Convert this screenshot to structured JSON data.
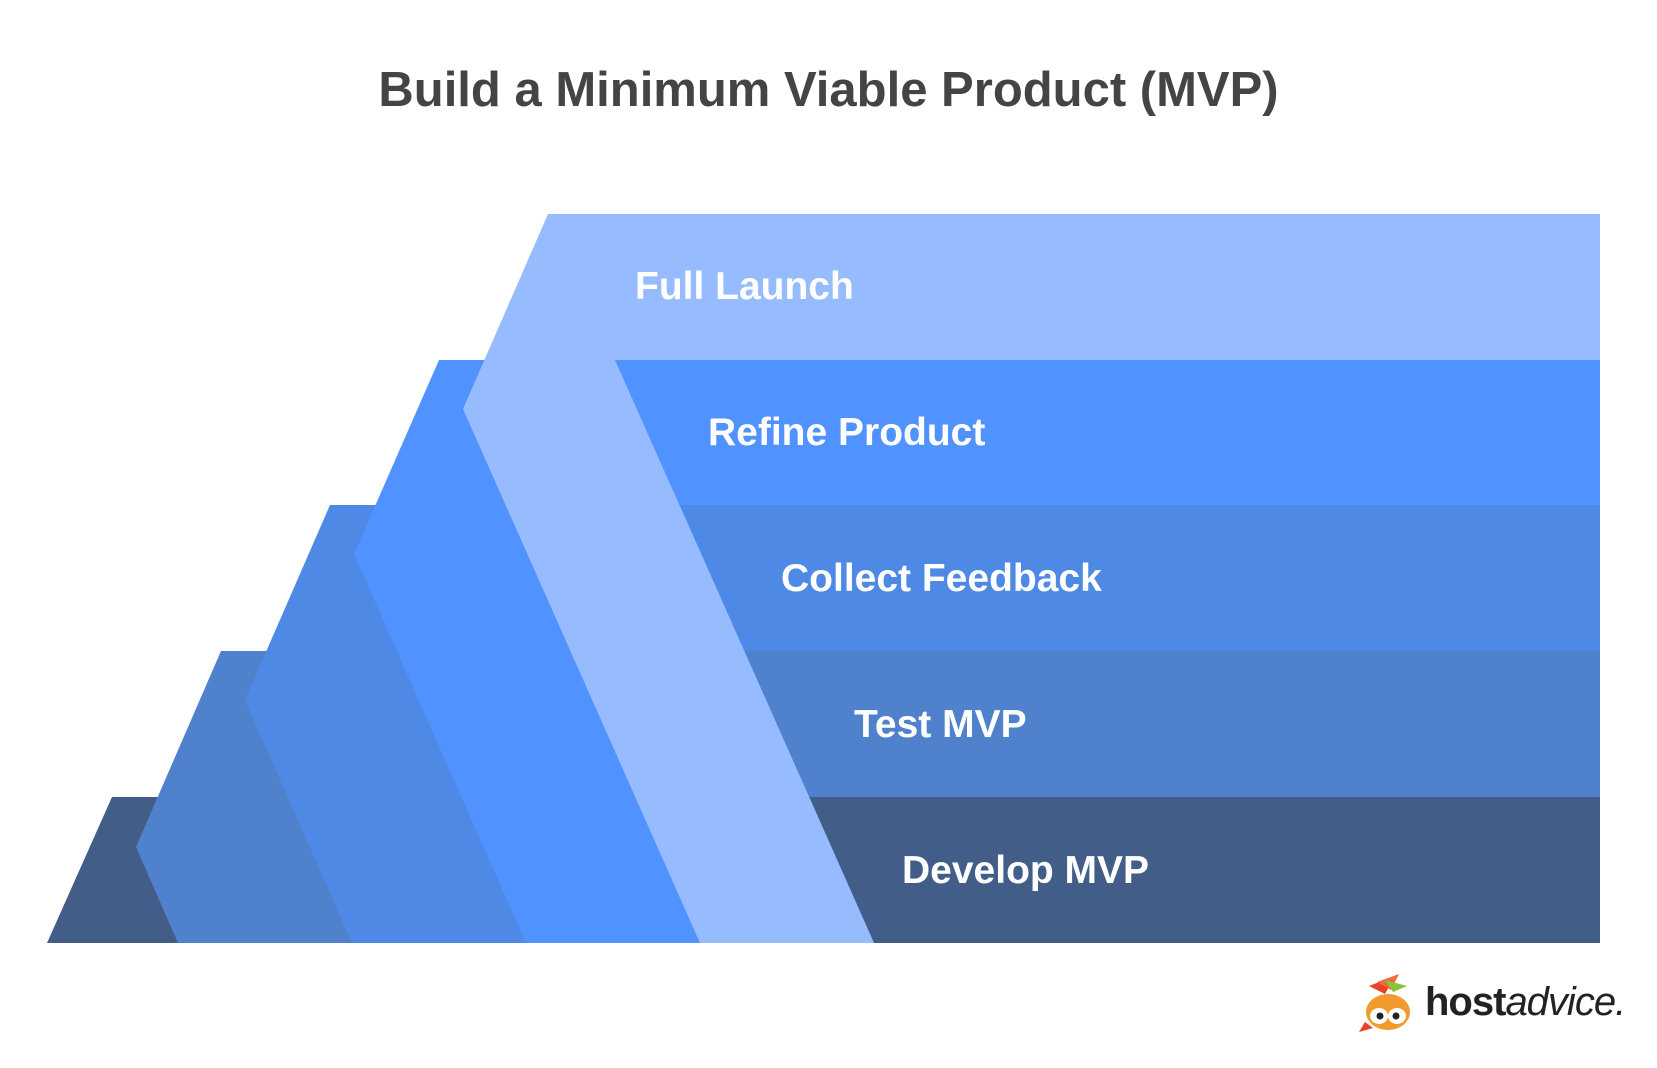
{
  "title": "Build a Minimum Viable Product (MVP)",
  "steps": [
    {
      "label": "Develop MVP",
      "color": "#435D89"
    },
    {
      "label": "Test MVP",
      "color": "#5081CC"
    },
    {
      "label": "Collect Feedback",
      "color": "#4F89E6"
    },
    {
      "label": "Refine Product",
      "color": "#5092FF"
    },
    {
      "label": "Full Launch",
      "color": "#96BCFF"
    }
  ],
  "logo": {
    "part_bold": "host",
    "part_light": "advice.",
    "icon": "fox-mascot-icon"
  }
}
